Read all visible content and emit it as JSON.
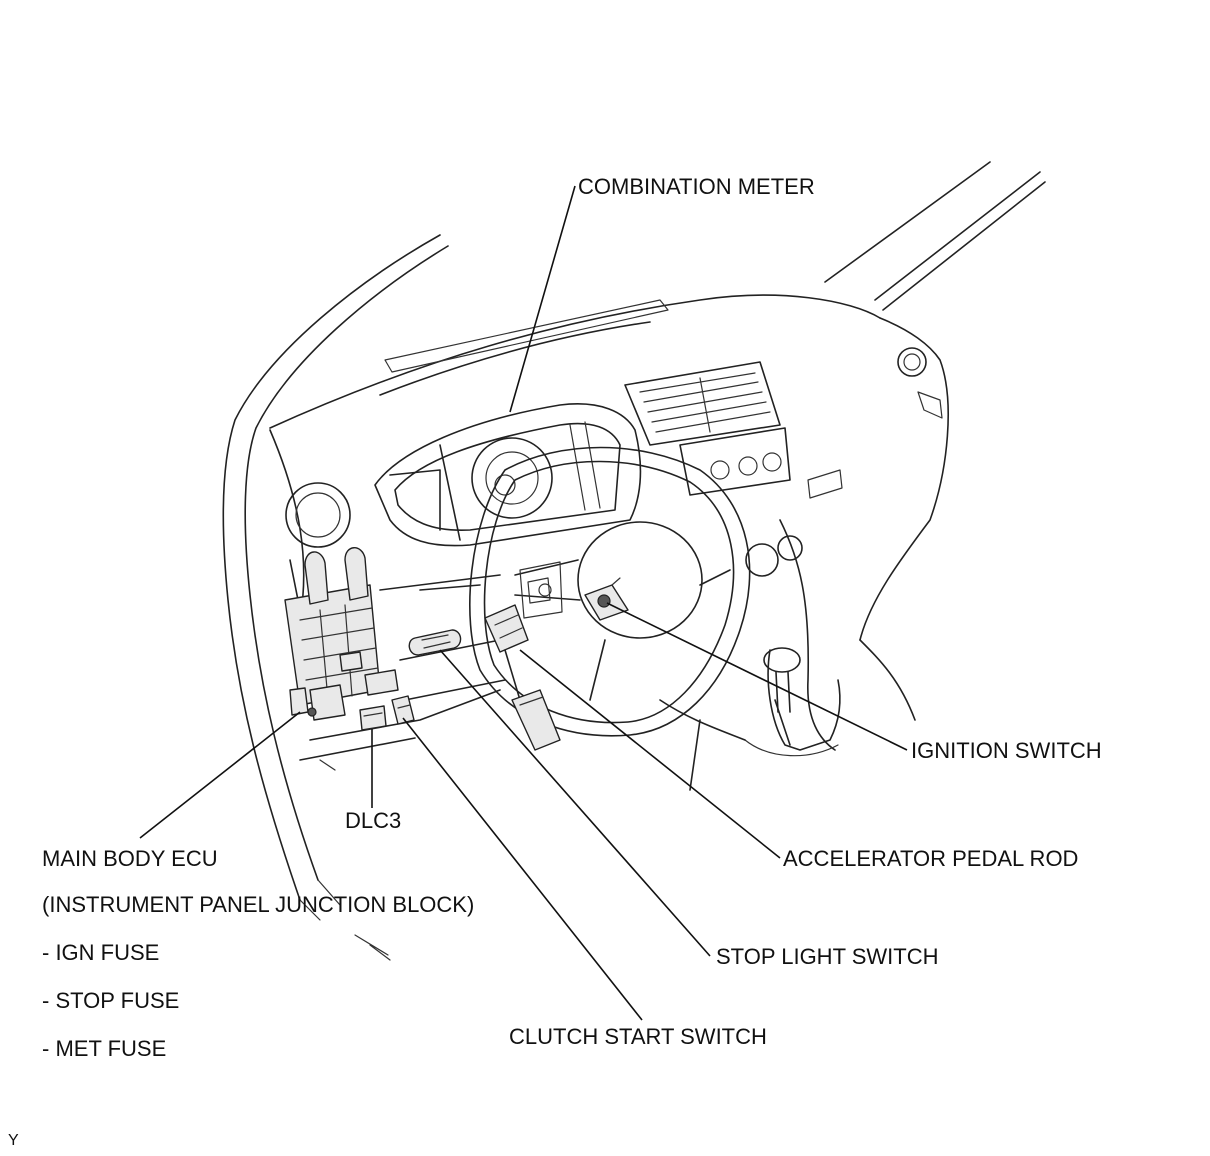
{
  "labels": {
    "combination_meter": "COMBINATION METER",
    "ignition_switch": "IGNITION SWITCH",
    "dlc3": "DLC3",
    "accelerator_pedal_rod": "ACCELERATOR PEDAL ROD",
    "main_body_ecu": "MAIN BODY ECU",
    "instrument_panel_junction_block": "(INSTRUMENT PANEL JUNCTION BLOCK)",
    "ign_fuse": "- IGN FUSE",
    "stop_fuse": "- STOP FUSE",
    "met_fuse": "- MET FUSE",
    "stop_light_switch": "STOP LIGHT SWITCH",
    "clutch_start_switch": "CLUTCH START SWITCH"
  },
  "corner_code": "Y"
}
